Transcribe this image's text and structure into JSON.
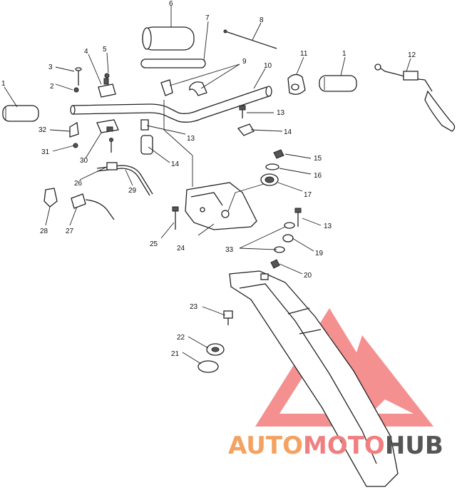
{
  "callouts": {
    "c1a": "1",
    "c1b": "1",
    "c2": "2",
    "c3": "3",
    "c4": "4",
    "c5": "5",
    "c6": "6",
    "c7": "7",
    "c8": "8",
    "c9": "9",
    "c10": "10",
    "c11": "11",
    "c12": "12",
    "c13a": "13",
    "c13b": "13",
    "c13c": "13",
    "c14a": "14",
    "c14b": "14",
    "c15": "15",
    "c16": "16",
    "c17": "17",
    "c19": "19",
    "c20": "20",
    "c21": "21",
    "c22": "22",
    "c23": "23",
    "c24": "24",
    "c25": "25",
    "c26": "26",
    "c27": "27",
    "c28": "28",
    "c29": "29",
    "c30": "30",
    "c31": "31",
    "c32": "32",
    "c33": "33"
  },
  "watermark": {
    "part_a": "AUTO",
    "part_b": "MOTO",
    "part_c": "HUB",
    "color_a": "#f4a261",
    "color_b": "#f08080",
    "color_c": "#555555",
    "logo_color": "#f26b6b"
  }
}
